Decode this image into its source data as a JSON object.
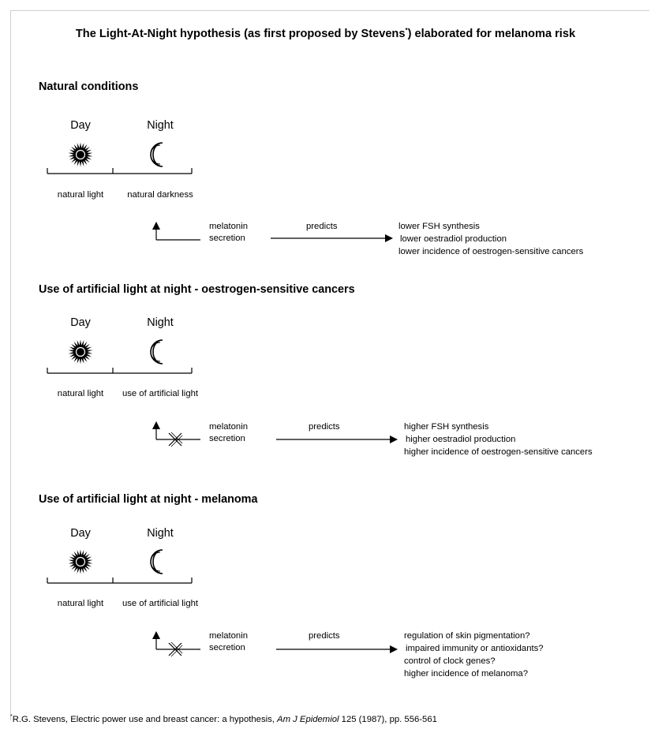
{
  "title": {
    "text": "The Light-At-Night hypothesis (as first proposed by Stevens",
    "marker": "*",
    "tail": ") elaborated for melanoma risk"
  },
  "sections": [
    {
      "heading": "Natural conditions",
      "day": "Day",
      "night": "Night",
      "day_label": "natural light",
      "night_label": "natural darkness",
      "blocked": false,
      "melatonin": "melatonin secretion",
      "predicts": "predicts",
      "outcomes": [
        "lower FSH synthesis",
        "lower oestradiol production",
        "lower incidence of oestrogen-sensitive cancers"
      ]
    },
    {
      "heading": "Use of artificial light at night - oestrogen-sensitive cancers",
      "day": "Day",
      "night": "Night",
      "day_label": "natural light",
      "night_label": "use of artificial light",
      "blocked": true,
      "melatonin": "melatonin secretion",
      "predicts": "predicts",
      "outcomes": [
        "higher FSH synthesis",
        "higher oestradiol production",
        "higher incidence of oestrogen-sensitive cancers"
      ]
    },
    {
      "heading": "Use of artificial light at night - melanoma",
      "day": "Day",
      "night": "Night",
      "day_label": "natural light",
      "night_label": "use of artificial light",
      "blocked": true,
      "melatonin": "melatonin secretion",
      "predicts": "predicts",
      "outcomes": [
        "regulation of skin pigmentation?",
        "impaired immunity or antioxidants?",
        "control of clock genes?",
        "higher incidence of melanoma?"
      ]
    }
  ],
  "footnote": {
    "marker": "*",
    "text": "R.G. Stevens, Electric power use and breast cancer: a hypothesis, ",
    "journal": "Am J Epidemiol",
    "tail": " 125 (1987), pp. 556-561"
  },
  "icons": {
    "day": "sun-icon",
    "night": "moon-icon",
    "blocked": "cross-icon"
  }
}
